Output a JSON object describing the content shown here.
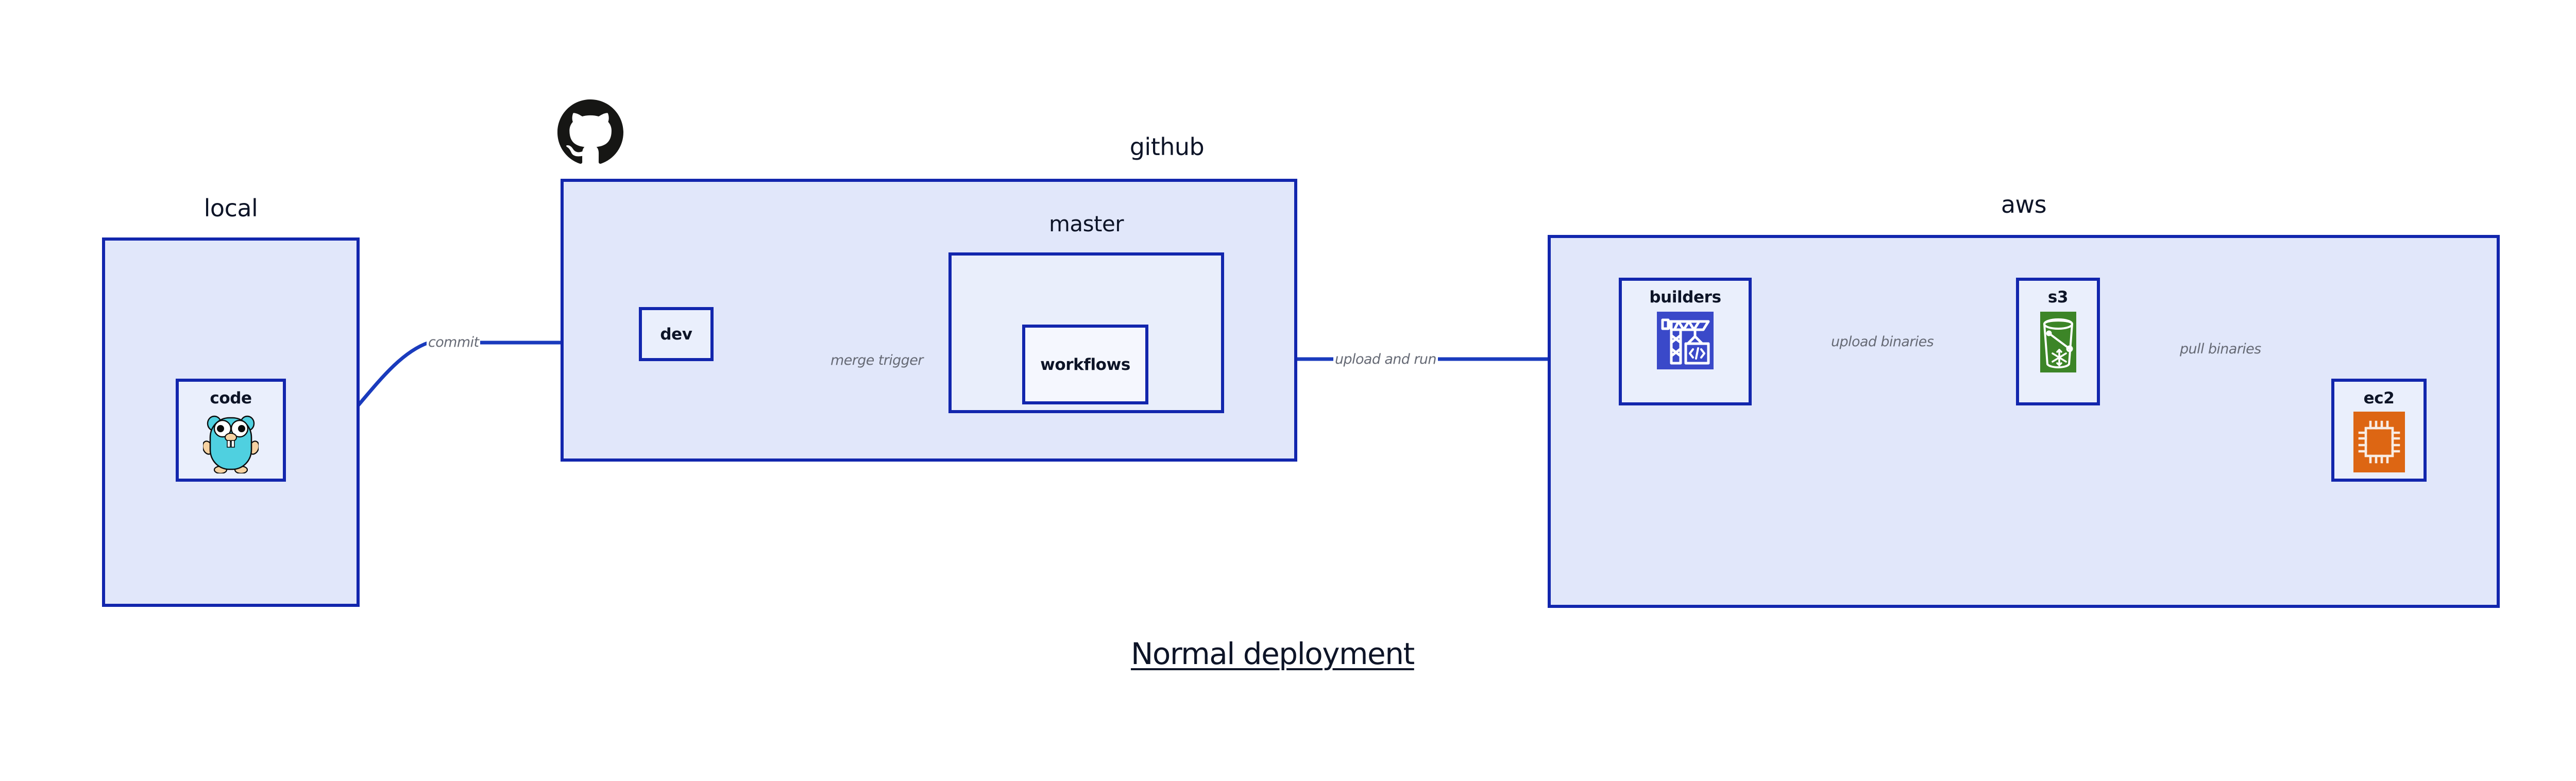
{
  "diagram": {
    "title": "Normal deployment",
    "colors": {
      "border_blue": "#1226ad",
      "group_fill": "#e1e7fa",
      "group_fill_light": "#e9eefb",
      "node_fill": "#eaeffc",
      "node_fill_white": "#f5f7fe",
      "edge_blue": "#1a3bbd",
      "edge_label_gray": "#666a75",
      "text_dark": "#0d1427",
      "builders_icon_bg": "#3a49c9",
      "s3_icon_bg": "#3c8527",
      "ec2_icon_bg": "#dd6613",
      "gopher_body": "#4fd0e0",
      "github_mark": "#161614"
    },
    "groups": [
      {
        "id": "local",
        "label": "local"
      },
      {
        "id": "github",
        "label": "github"
      },
      {
        "id": "master",
        "label": "master"
      },
      {
        "id": "aws",
        "label": "aws"
      }
    ],
    "nodes": [
      {
        "id": "code",
        "label": "code",
        "icon": "go-gopher-icon",
        "group": "local"
      },
      {
        "id": "dev",
        "label": "dev",
        "icon": null,
        "group": "github"
      },
      {
        "id": "workflows",
        "label": "workflows",
        "icon": null,
        "group": "master"
      },
      {
        "id": "builders",
        "label": "builders",
        "icon": "crane-code-icon",
        "group": "aws"
      },
      {
        "id": "s3",
        "label": "s3",
        "icon": "s3-bucket-icon",
        "group": "aws"
      },
      {
        "id": "ec2",
        "label": "ec2",
        "icon": "ec2-chip-icon",
        "group": "aws"
      }
    ],
    "edges": [
      {
        "id": "commit",
        "label": "commit",
        "from": "code",
        "to": "dev",
        "style": "curved"
      },
      {
        "id": "merge-trigger",
        "label": "merge trigger",
        "from": "dev",
        "to": "workflows",
        "style": "straight"
      },
      {
        "id": "upload-and-run",
        "label": "upload and run",
        "from": "workflows",
        "to": "builders",
        "style": "straight"
      },
      {
        "id": "upload-binaries",
        "label": "upload binaries",
        "from": "builders",
        "to": "s3",
        "style": "straight"
      },
      {
        "id": "pull-binaries",
        "label": "pull binaries",
        "from": "s3",
        "to": "ec2",
        "style": "curved"
      }
    ],
    "brand_marks": [
      {
        "id": "github-logo",
        "name": "github-mark-icon"
      }
    ]
  }
}
